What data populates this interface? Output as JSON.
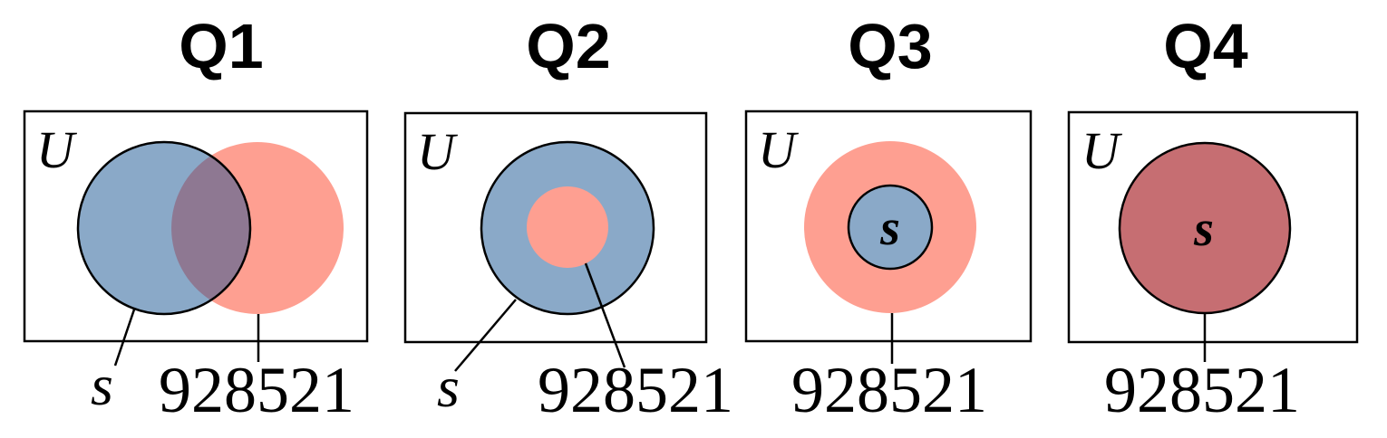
{
  "colors": {
    "s_set": "#8aa9c8",
    "other_set": "#fe9f91",
    "overlap": "#8e7892",
    "equal": "#c66e72",
    "stroke": "#000000"
  },
  "panels": [
    {
      "title": "Q1",
      "universe": "U",
      "s_label": "s",
      "number_label": "928521"
    },
    {
      "title": "Q2",
      "universe": "U",
      "s_label": "s",
      "number_label": "928521"
    },
    {
      "title": "Q3",
      "universe": "U",
      "s_label": "s",
      "number_label": "928521"
    },
    {
      "title": "Q4",
      "universe": "U",
      "s_label": "s",
      "number_label": "928521"
    }
  ]
}
